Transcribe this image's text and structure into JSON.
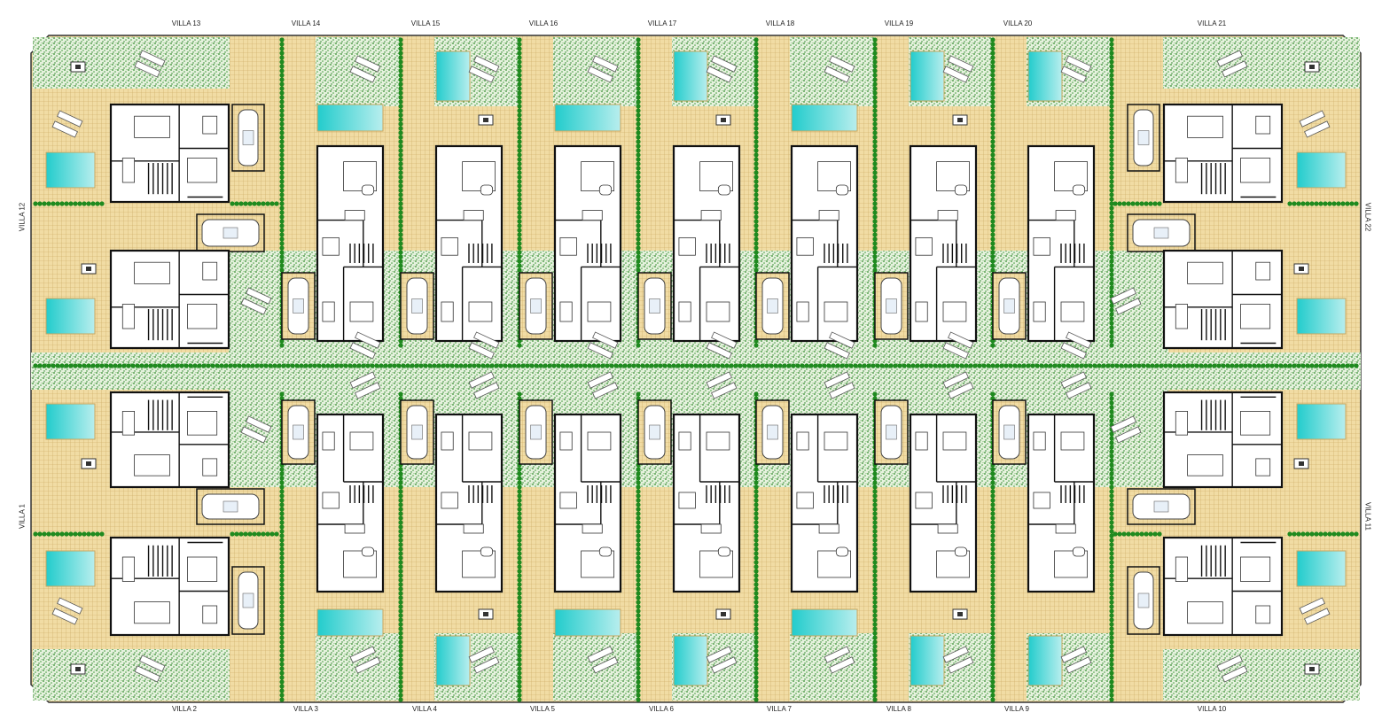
{
  "labels": {
    "top": [
      "VILLA 13",
      "VILLA 14",
      "VILLA 15",
      "VILLA 16",
      "VILLA 17",
      "VILLA 18",
      "VILLA 19",
      "VILLA 20",
      "VILLA 21"
    ],
    "bottom": [
      "VILLA 2",
      "VILLA 3",
      "VILLA 4",
      "VILLA 5",
      "VILLA 6",
      "VILLA 7",
      "VILLA 8",
      "VILLA 9",
      "VILLA 10"
    ],
    "left": [
      "VILLA 12",
      "VILLA 1"
    ],
    "right": [
      "VILLA 22",
      "VILLA 11"
    ]
  },
  "colors": {
    "paving": "#f1dca4",
    "paving_grid": "#c9a65e",
    "lawn": "#e4f1dc",
    "lawn_dots": "#2f8a2a",
    "hedge": "#1f8a1f",
    "pool": "#2fd0d0",
    "wall": "#111111"
  }
}
